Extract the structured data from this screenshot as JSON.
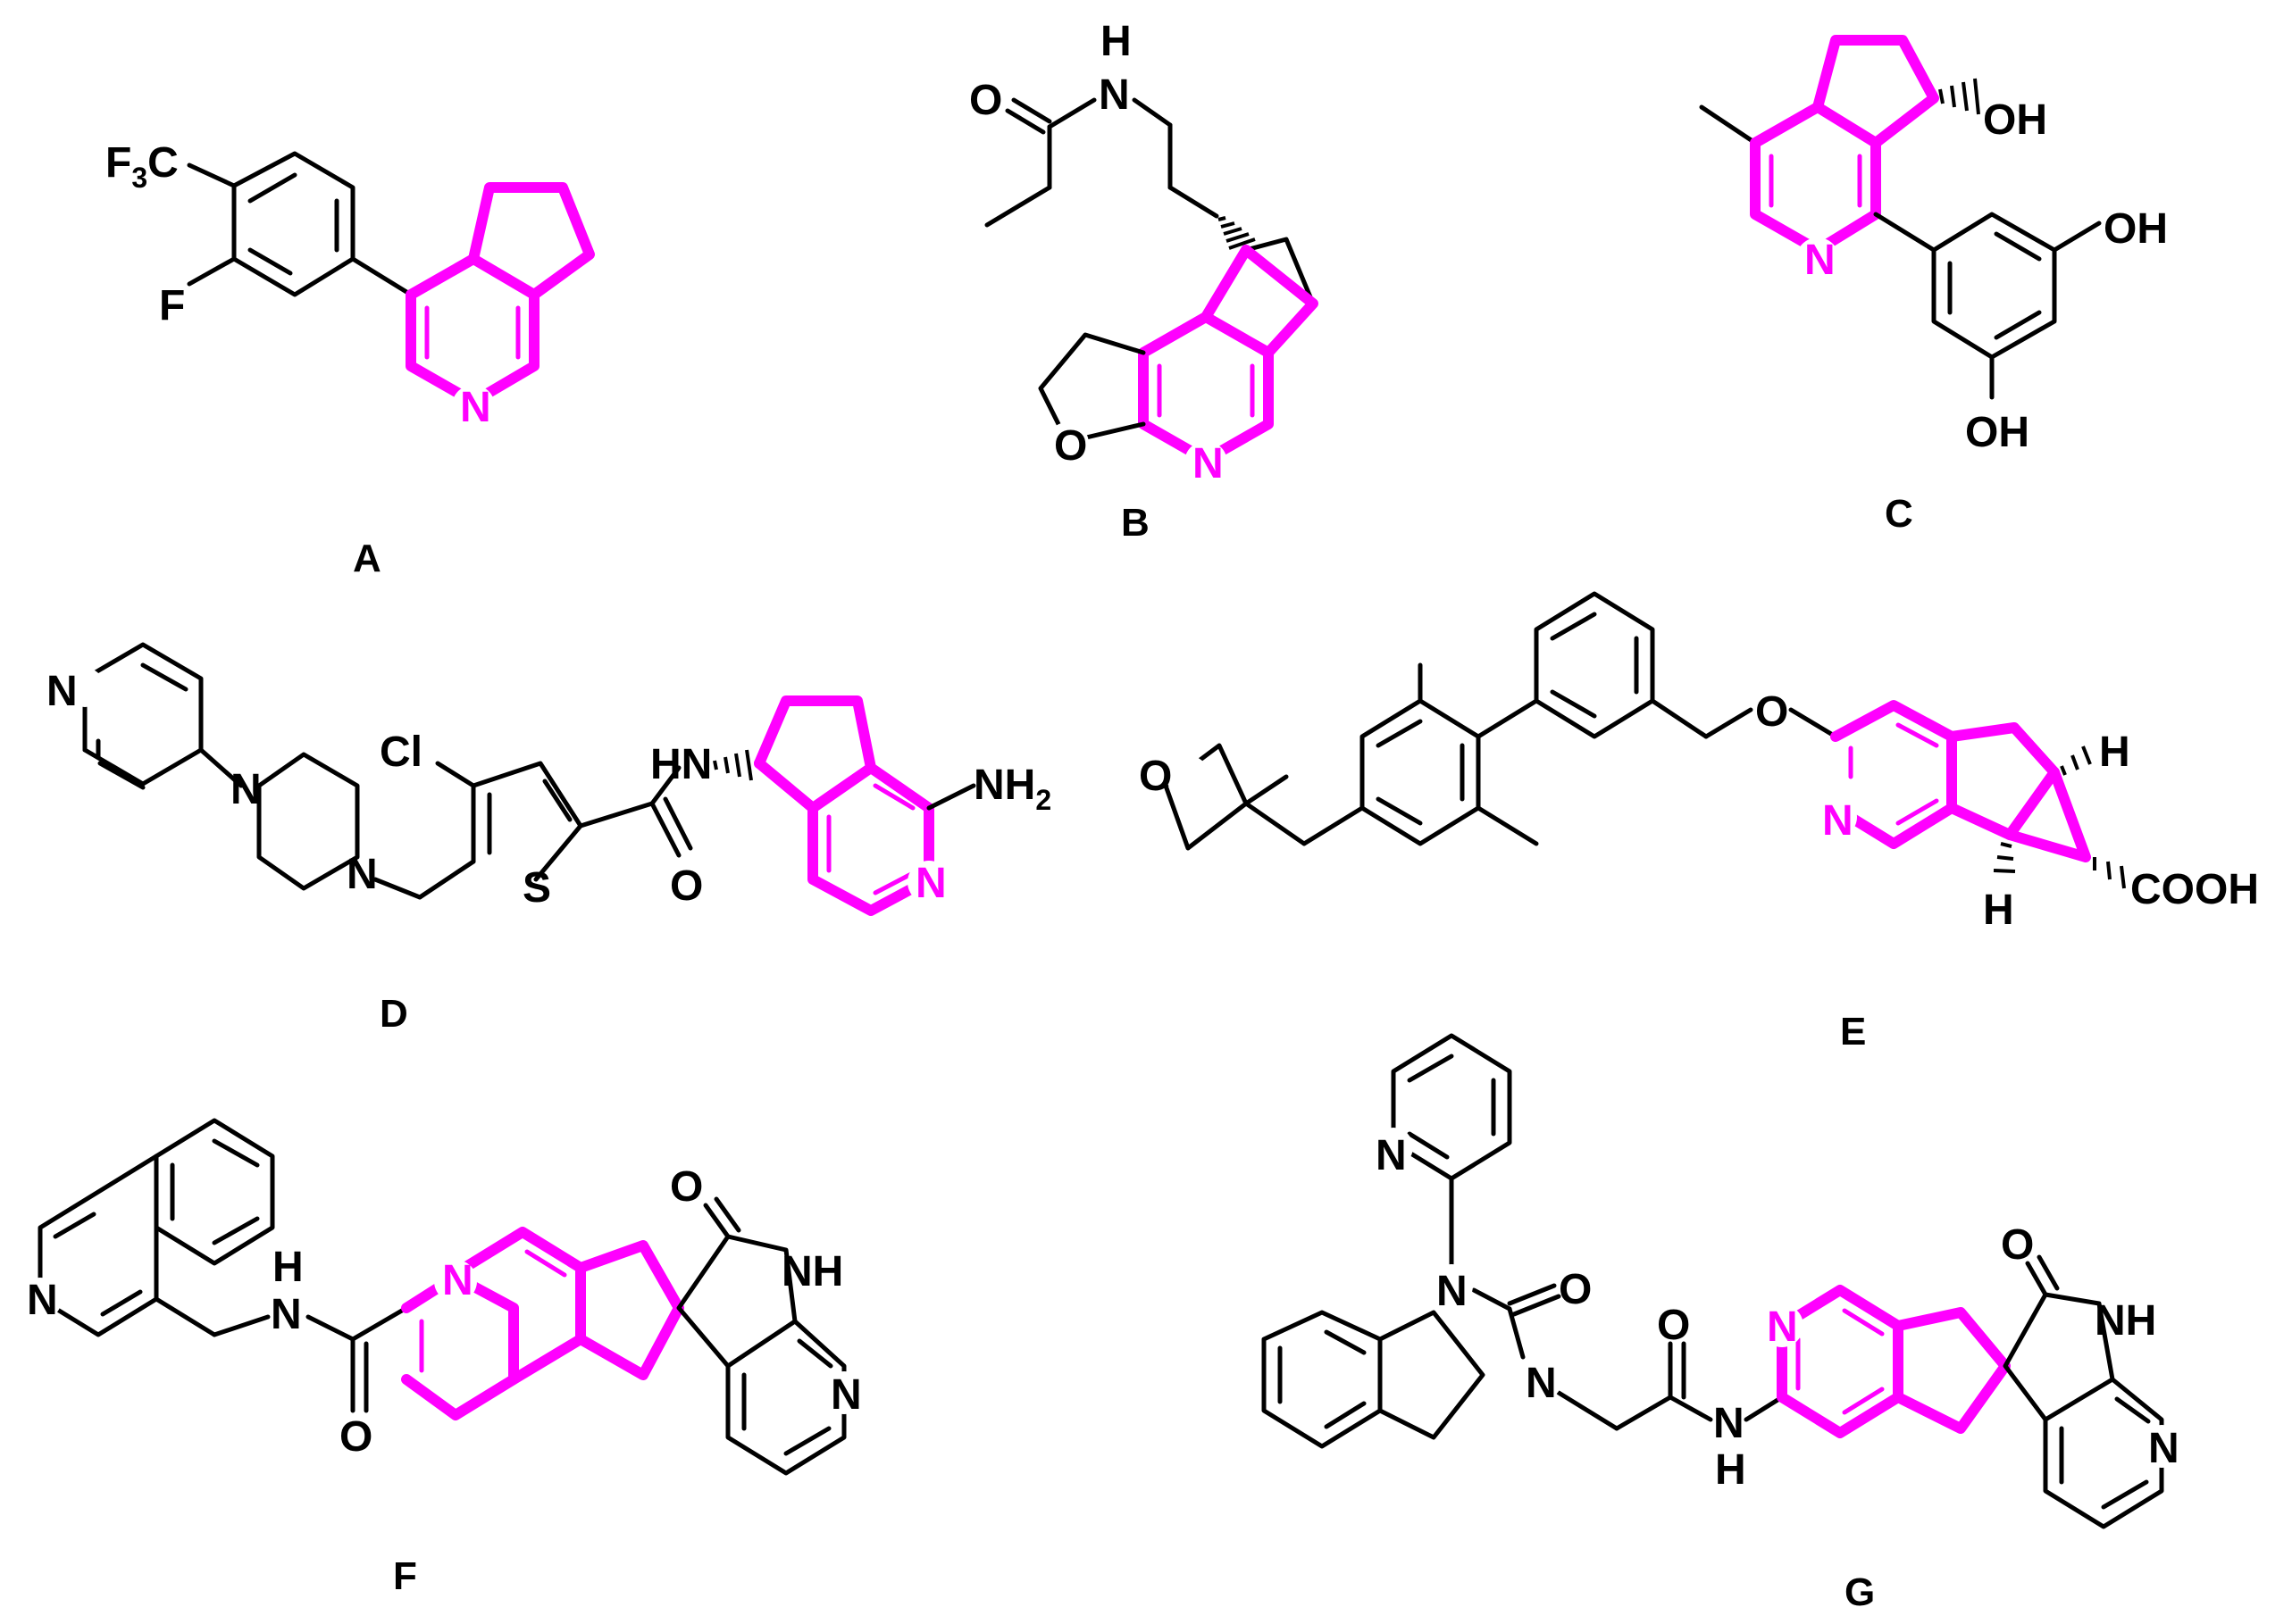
{
  "figure": {
    "highlight_color": "#ff00ff",
    "bond_color": "#000000",
    "background": "#ffffff"
  },
  "compounds": [
    {
      "label": "A",
      "atoms": {
        "f3c_f": "F",
        "f3c_3": "3",
        "f3c_c": "C",
        "f": "F",
        "n": "N"
      }
    },
    {
      "label": "B",
      "atoms": {
        "o_carbonyl": "O",
        "n": "N",
        "h": "H",
        "o_ring": "O",
        "n_pyr": "N"
      }
    },
    {
      "label": "C",
      "atoms": {
        "oh1": "OH",
        "oh2": "OH",
        "oh3": "OH",
        "n": "N"
      }
    },
    {
      "label": "D",
      "atoms": {
        "n_pyr": "N",
        "n_pip1": "N",
        "n_pip2": "N",
        "cl": "Cl",
        "s": "S",
        "hn": "HN",
        "o": "O",
        "nh2_n": "NH",
        "nh2_2": "2",
        "n_az": "N"
      }
    },
    {
      "label": "E",
      "atoms": {
        "o_ox": "O",
        "o_ether": "O",
        "n": "N",
        "h1": "H",
        "h2": "H",
        "cooh": "COOH"
      }
    },
    {
      "label": "F",
      "atoms": {
        "n_iq": "N",
        "h": "H",
        "n_amide": "N",
        "o_amide": "O",
        "n_pyr": "N",
        "o_lac": "O",
        "nh": "NH",
        "n_az": "N"
      }
    },
    {
      "label": "G",
      "atoms": {
        "n_py": "N",
        "n1": "N",
        "o_urea": "O",
        "n2": "N",
        "o_amide": "O",
        "n_amide": "N",
        "h": "H",
        "n_pyr": "N",
        "o_lac": "O",
        "nh": "NH",
        "n_az": "N"
      }
    }
  ]
}
